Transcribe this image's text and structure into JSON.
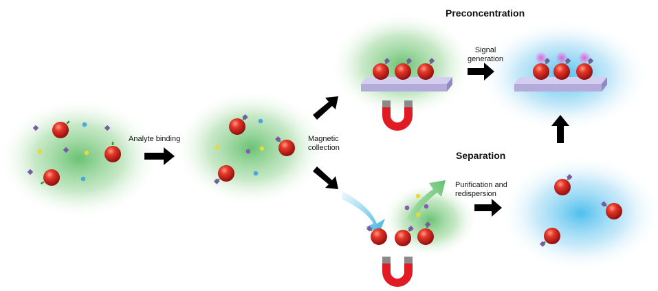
{
  "headings": {
    "preconcentration": "Preconcentration",
    "separation": "Separation"
  },
  "steps": {
    "analyte_binding": "Analyte binding",
    "magnetic_collection_line1": "Magnetic",
    "magnetic_collection_line2": "collection",
    "signal_generation_line1": "Signal",
    "signal_generation_line2": "generation",
    "purification_line1": "Purification and",
    "purification_line2": "redispersion"
  },
  "colors": {
    "matrix_glow": "#5fbf6a",
    "clean_glow": "#3fb8e8",
    "particle": "#d42020",
    "substrate": "#b7b0dc",
    "magnet": "#e01b24",
    "signal": "#e060d0",
    "arrow": "#000000"
  },
  "icons": [
    "magnetic-particle-icon",
    "analyte-icon",
    "interferent-icon",
    "magnet-icon",
    "substrate-plate-icon",
    "arrow-icon"
  ]
}
